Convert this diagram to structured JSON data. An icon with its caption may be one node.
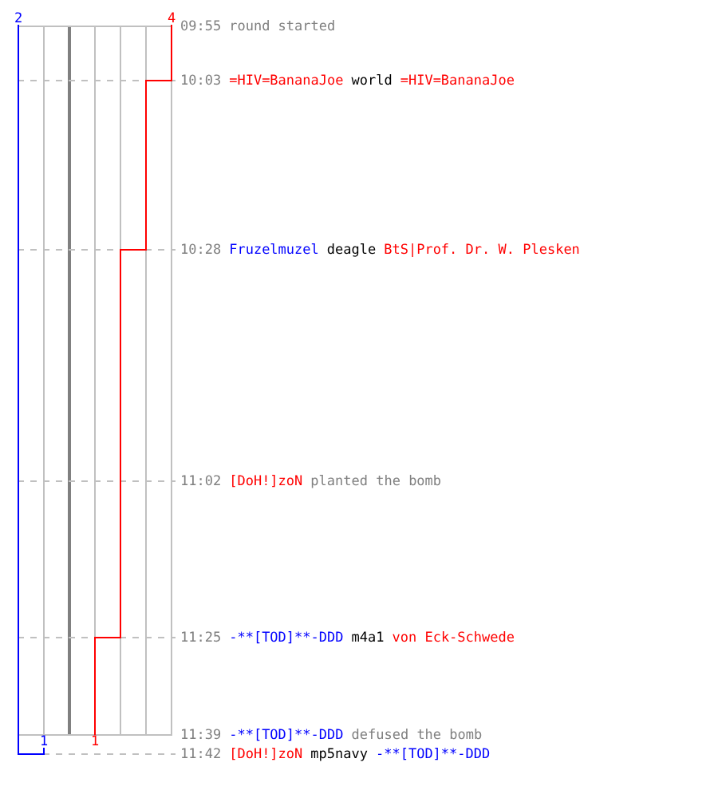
{
  "diagram": {
    "labels": [
      "2",
      "4",
      "09:55",
      "round started",
      "10:03",
      "=HIV=BananaJoe",
      "world",
      "=HIV=BananaJoe",
      "10:28",
      "Fruzelmuzel",
      "deagle",
      "BtS|Prof. Dr. W. Plesken",
      "11:02",
      "[DoH!]zoN",
      "planted the bomb",
      "11:25",
      "-**[TOD]**-DDD",
      "m4a1",
      "von Eck-Schwede",
      "11:39",
      "-**[TOD]**-DDD",
      "defused the bomb",
      "1",
      "1",
      "11:42",
      "[DoH!]zoN",
      "mp5navy",
      "-**[TOD]**-DDD"
    ]
  }
}
